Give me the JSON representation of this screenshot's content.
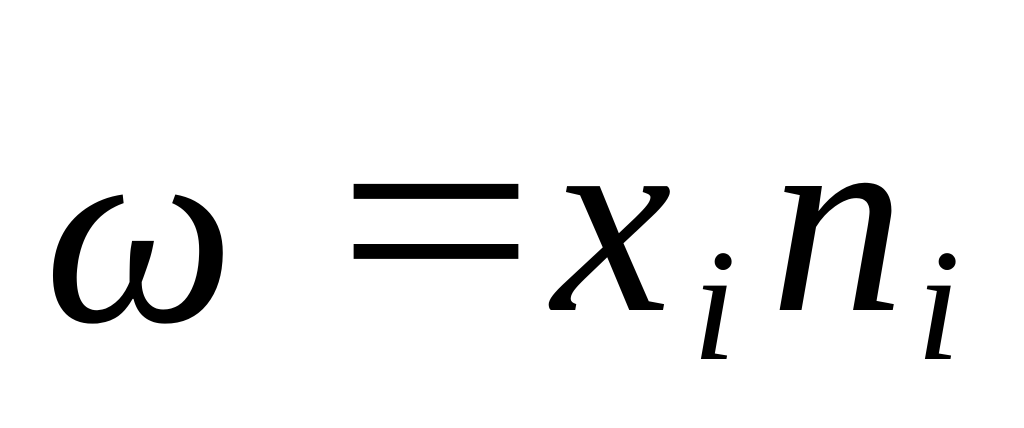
{
  "formula": {
    "lhs": "ω",
    "operator": "=",
    "term1_symbol": "x",
    "term1_subscript": "i",
    "term2_symbol": "n",
    "term2_subscript": "i"
  }
}
